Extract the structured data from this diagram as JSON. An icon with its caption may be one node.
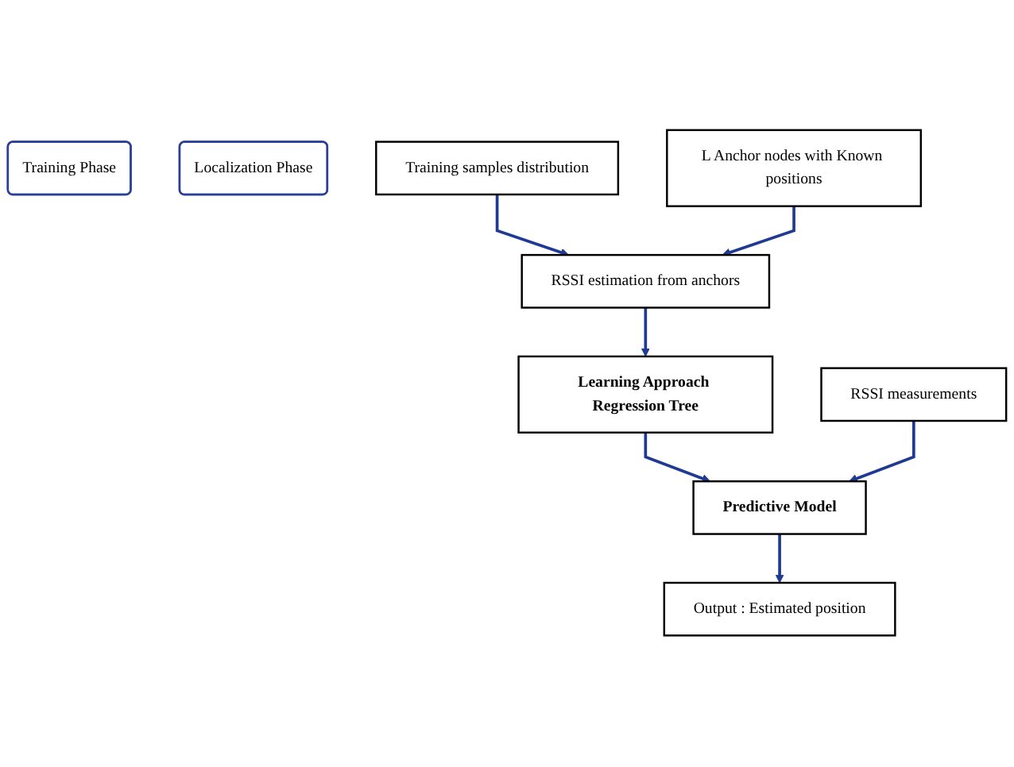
{
  "diagram": {
    "nodes": [
      {
        "text": [
          "Training Phase"
        ]
      },
      {
        "text": [
          "Localization Phase"
        ]
      },
      {
        "text": [
          "Training samples distribution"
        ]
      },
      {
        "text": [
          "L Anchor nodes with Known positions"
        ]
      },
      {
        "text": [
          "RSSI estimation from anchors"
        ]
      },
      {
        "text": [
          "Learning Approach Regression Tree"
        ]
      },
      {
        "text": [
          "RSSI measurements"
        ]
      },
      {
        "text": [
          "Predictive Model"
        ]
      },
      {
        "text": [
          "Output : Estimated position"
        ]
      }
    ],
    "edges": [
      {
        "from": 2,
        "to": 4,
        "arrow": "to"
      },
      {
        "from": 3,
        "to": 4,
        "arrow": "to"
      },
      {
        "from": 4,
        "to": 5,
        "arrow": "to"
      },
      {
        "from": 5,
        "to": 7,
        "arrow": "to"
      },
      {
        "from": 6,
        "to": 7,
        "arrow": "to"
      },
      {
        "from": 7,
        "to": 8,
        "arrow": "to"
      }
    ]
  }
}
